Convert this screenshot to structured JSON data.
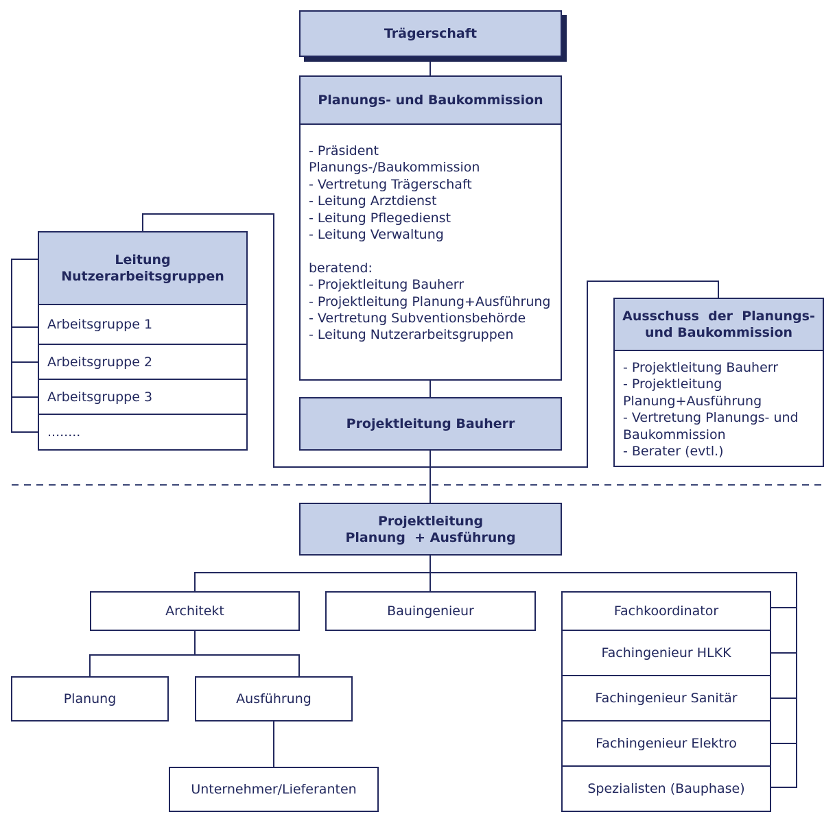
{
  "traegerschaft": "Trägerschaft",
  "kommission": {
    "title": "Planungs- und Baukommission",
    "members": "- Präsident  Planungs-/Baukommission\n- Vertretung Trägerschaft\n- Leitung Arztdienst\n- Leitung Pflegedienst\n- Leitung Verwaltung\n\nberatend:\n- Projektleitung Bauherr\n- Projektleitung Planung+Ausführung\n- Vertretung Subventionsbehörde\n- Leitung Nutzerarbeitsgruppen"
  },
  "nutzer": {
    "title_line1": "Leitung",
    "title_line2": "Nutzerarbeitsgruppen",
    "groups": [
      "Arbeitsgruppe 1",
      "Arbeitsgruppe 2",
      "Arbeitsgruppe 3",
      "........"
    ]
  },
  "ausschuss": {
    "title_line1": "Ausschuss  der  Planungs-",
    "title_line2": "und Baukommission",
    "members": "- Projektleitung  Bauherr\n- Projektleitung\n   Planung+Ausführung\n- Vertretung Planungs- und\n   Baukommission\n- Berater (evtl.)"
  },
  "pl_bauherr": "Projektleitung Bauherr",
  "pl_planung": {
    "line1": "Projektleitung",
    "line2": "Planung  + Ausführung"
  },
  "architekt": "Architekt",
  "bauingenieur": "Bauingenieur",
  "planung": "Planung",
  "ausfuehrung": "Ausführung",
  "unternehmer": "Unternehmer/Lieferanten",
  "fach": [
    "Fachkoordinator",
    "Fachingenieur HLKK",
    "Fachingenieur Sanitär",
    "Fachingenieur Elektro",
    "Spezialisten (Bauphase)"
  ],
  "colors": {
    "line": "#22285e",
    "fill": "#c5d0e8",
    "dash": "#3a4575"
  }
}
